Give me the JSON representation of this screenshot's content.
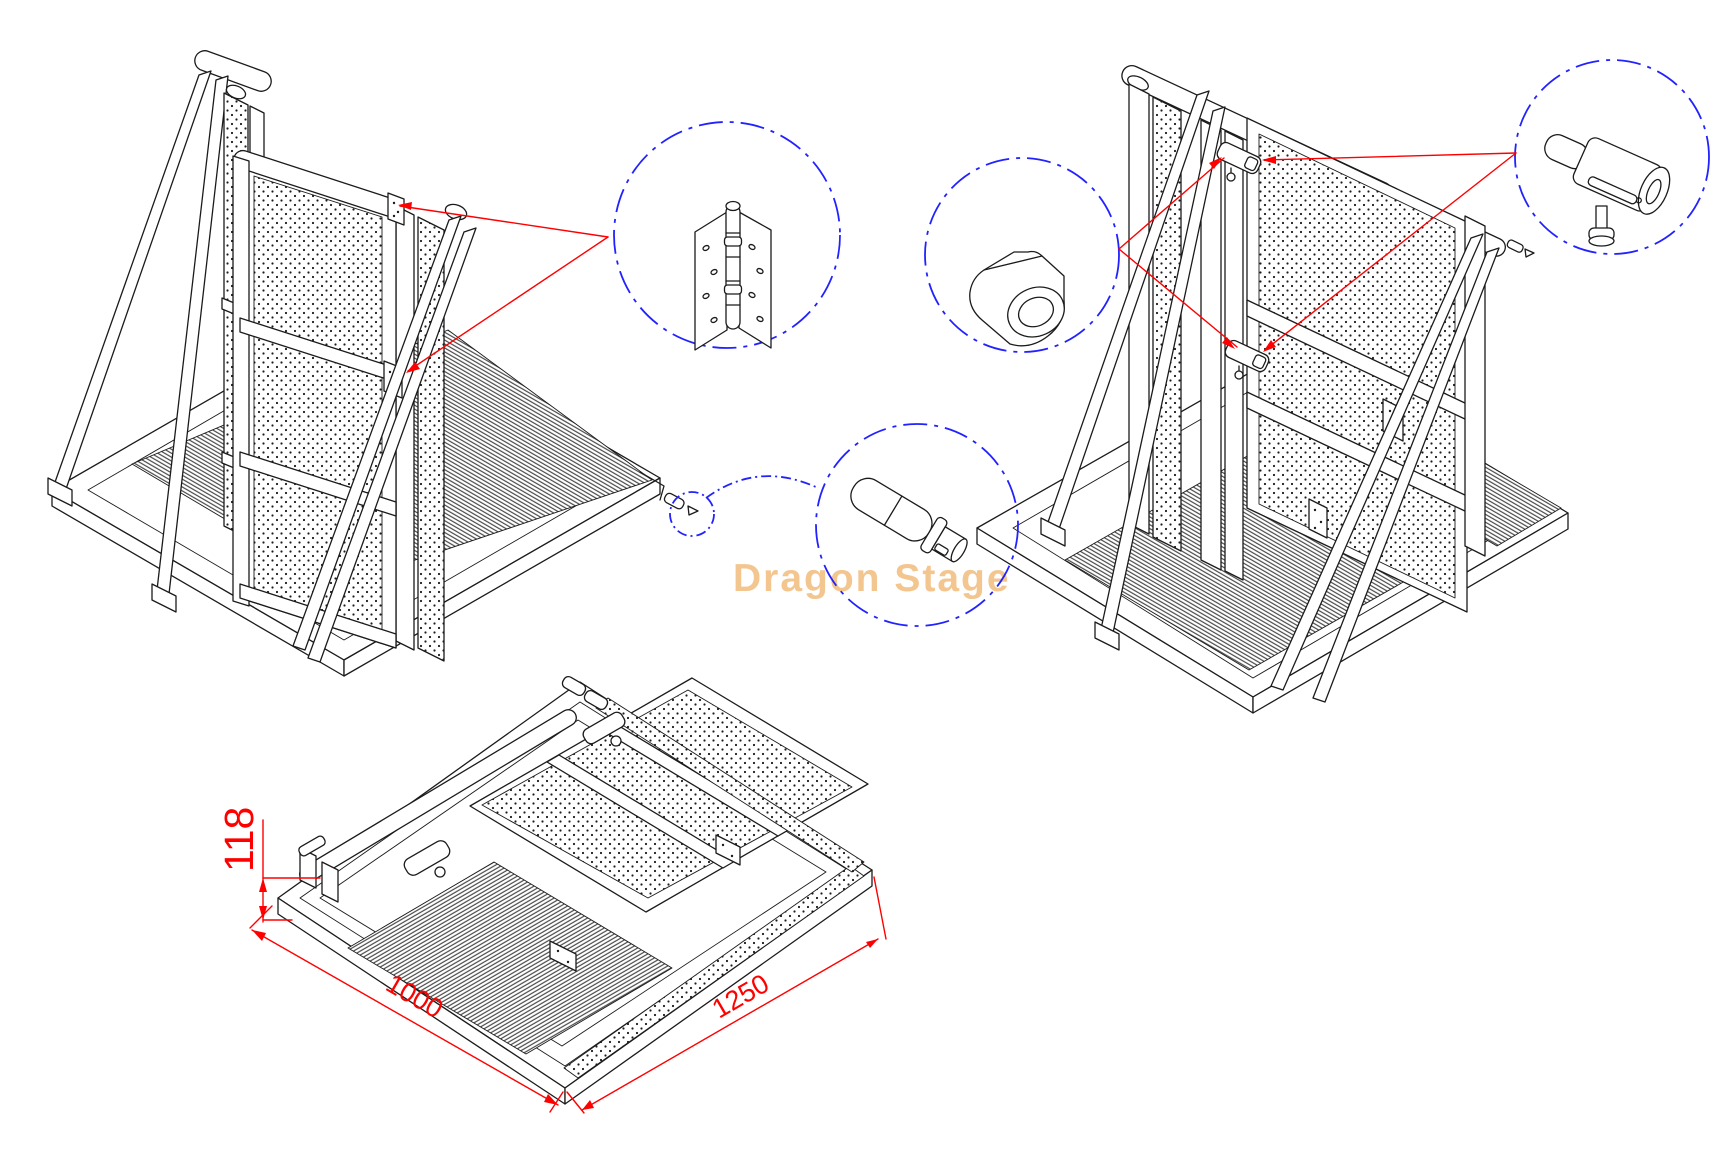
{
  "watermark": {
    "text": "Dragon Stage"
  },
  "dimensions": {
    "height": "118",
    "width": "1000",
    "length": "1250"
  },
  "details": {
    "hinge": "butt-hinge",
    "pin": "locking-pin",
    "nut": "round-sleeve-nut",
    "latch": "latch-pin-assembly"
  },
  "colors": {
    "background": "#ffffff",
    "line": "#1b1b1b",
    "red": "#ff0000",
    "blue": "#2222ff",
    "watermark": "#f3c690",
    "hatch": "#3a3a3a"
  }
}
